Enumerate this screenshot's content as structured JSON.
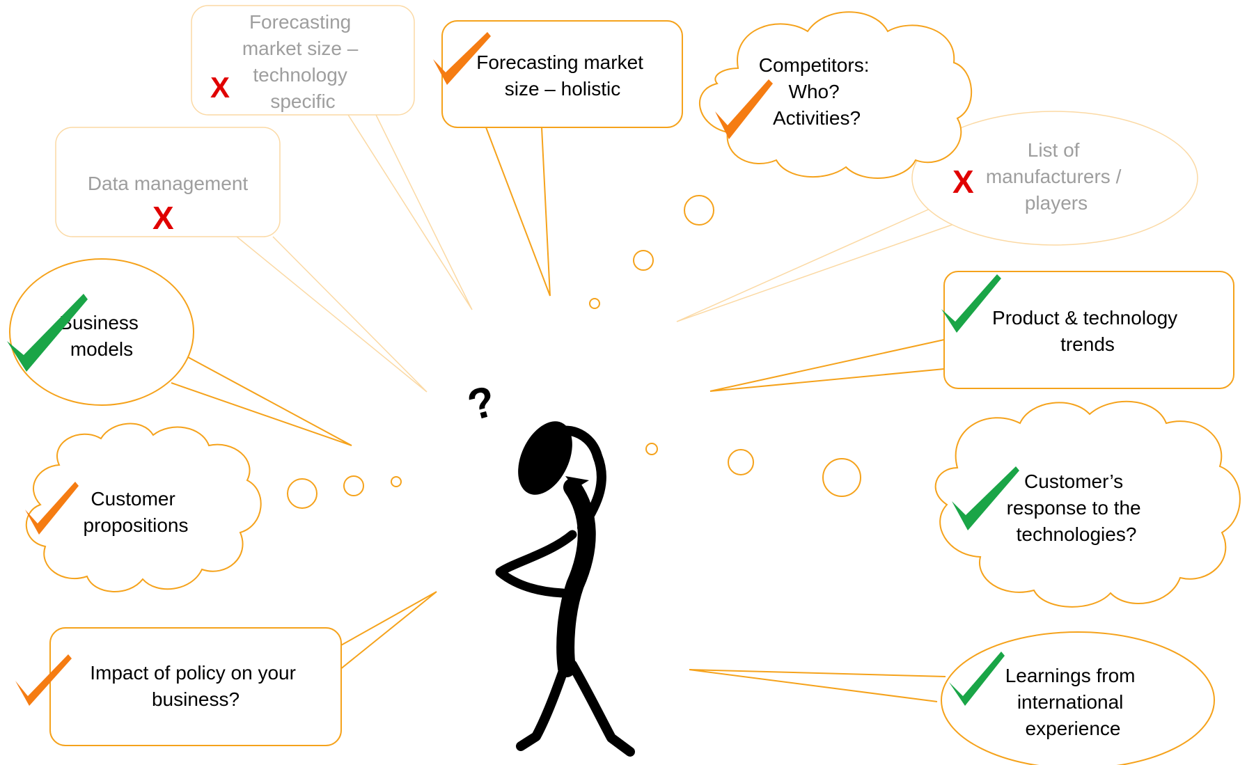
{
  "colors": {
    "bubble_border": "#f5a21b",
    "bubble_border_faded": "#fbd9a4",
    "check_green": "#1aa547",
    "check_orange": "#f57c12",
    "cross_red": "#e00000",
    "text_active": "#000000",
    "text_faded": "#9e9e9e"
  },
  "bubbles": [
    {
      "id": "forecasting-tech",
      "lines": [
        "Forecasting",
        "market size –",
        "technology",
        "specific"
      ],
      "status": "cross",
      "shape": "callout-rect",
      "faded": true
    },
    {
      "id": "forecasting-holistic",
      "lines": [
        "Forecasting market",
        "size – holistic"
      ],
      "status": "check",
      "check_color": "orange",
      "shape": "callout-rect",
      "faded": false
    },
    {
      "id": "competitors",
      "lines": [
        "Competitors:",
        "Who?",
        "Activities?"
      ],
      "status": "check",
      "check_color": "orange",
      "shape": "thought-cloud",
      "faded": false
    },
    {
      "id": "data-management",
      "lines": [
        "Data management"
      ],
      "status": "cross",
      "shape": "callout-rect",
      "faded": true
    },
    {
      "id": "manufacturers",
      "lines": [
        "List of",
        "manufacturers /",
        "players"
      ],
      "status": "cross",
      "shape": "callout-oval",
      "faded": true
    },
    {
      "id": "business-models",
      "lines": [
        "Business",
        "models"
      ],
      "status": "check",
      "check_color": "green",
      "shape": "callout-oval",
      "faded": false
    },
    {
      "id": "product-trends",
      "lines": [
        "Product & technology",
        "trends"
      ],
      "status": "check",
      "check_color": "green",
      "shape": "callout-rect",
      "faded": false
    },
    {
      "id": "customer-propositions",
      "lines": [
        "Customer",
        "propositions"
      ],
      "status": "check",
      "check_color": "orange",
      "shape": "thought-cloud",
      "faded": false
    },
    {
      "id": "customer-response",
      "lines": [
        "Customer’s",
        "response to the",
        "technologies?"
      ],
      "status": "check",
      "check_color": "green",
      "shape": "thought-cloud",
      "faded": false
    },
    {
      "id": "policy-impact",
      "lines": [
        "Impact of policy on your",
        "business?"
      ],
      "status": "check",
      "check_color": "orange",
      "shape": "callout-rect",
      "faded": false
    },
    {
      "id": "international",
      "lines": [
        "Learnings from",
        "international",
        "experience"
      ],
      "status": "check",
      "check_color": "green",
      "shape": "callout-oval",
      "faded": false
    }
  ],
  "cross_mark": "X",
  "figure": {
    "icon": "thinking-person-icon",
    "question_mark": "?"
  }
}
